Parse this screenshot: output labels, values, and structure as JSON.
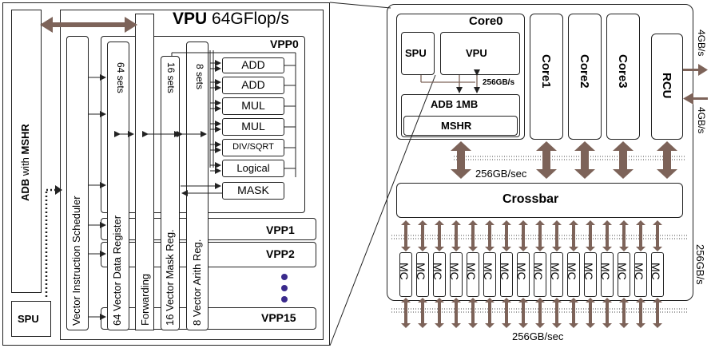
{
  "vpu": {
    "title_bold": "VPU",
    "title_rest": "64GFlop/s",
    "lanes": [
      {
        "label": "VPP0"
      },
      {
        "label": "VPP1"
      },
      {
        "label": "VPP2"
      },
      {
        "label": "VPP15"
      }
    ],
    "adb_bold": "ADB",
    "adb_with": "with",
    "adb_mshr": "MSHR",
    "spu": "SPU",
    "scheduler": "Vector  Instruction Scheduler",
    "data_register": "64 Vector Data Register",
    "data_register_sets": "64 sets",
    "forwarding": "Forwarding",
    "mask_reg": "16 Vector Mask Reg.",
    "mask_reg_sets": "16 sets",
    "arith_reg": "8 Vector Arith Reg.",
    "arith_reg_sets": "8 sets",
    "units": [
      "ADD",
      "ADD",
      "MUL",
      "MUL",
      "DIV/SQRT",
      "Logical"
    ],
    "mask_unit": "MASK"
  },
  "chip": {
    "core0": "Core0",
    "spu": "SPU",
    "vpu": "VPU",
    "core0_bw": "256GB/s",
    "adb": "ADB 1MB",
    "mshr": "MSHR",
    "cores": [
      "Core1",
      "Core2",
      "Core3"
    ],
    "rcu": "RCU",
    "rcu_bw_out": "4GB/s",
    "rcu_bw_in": "4GB/s",
    "crossbar": "Crossbar",
    "crossbar_bw": "256GB/sec",
    "mc_label": "MC",
    "mc_count": 16,
    "mc_bw_right": "256GB/s",
    "bottom_bw": "256GB/sec"
  },
  "colors": {
    "arrow": "#7d6359",
    "dot": "#3a2a8c",
    "line": "#222222"
  }
}
